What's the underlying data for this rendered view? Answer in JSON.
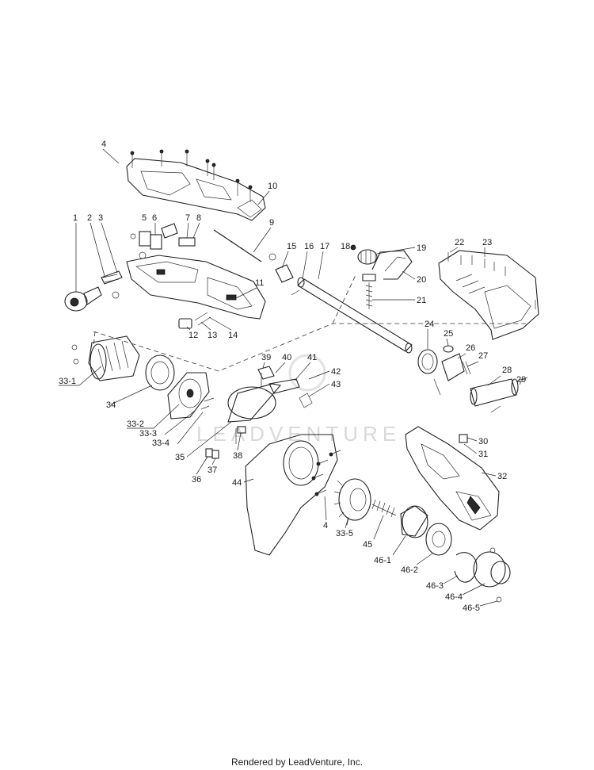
{
  "footer": "Rendered by LeadVenture, Inc.",
  "watermark": "LEADVENTURE",
  "part_numbers": [
    "1",
    "2",
    "3",
    "4",
    "5",
    "6",
    "7",
    "8",
    "9",
    "10",
    "11",
    "12",
    "13",
    "14",
    "15",
    "16",
    "17",
    "18",
    "19",
    "20",
    "21",
    "22",
    "23",
    "24",
    "25",
    "26",
    "27",
    "28",
    "29",
    "30",
    "31",
    "32",
    "33-1",
    "33-2",
    "33-3",
    "33-4",
    "33-5",
    "34",
    "35",
    "36",
    "37",
    "38",
    "39",
    "40",
    "41",
    "42",
    "43",
    "44",
    "45",
    "46-1",
    "46-2",
    "46-3",
    "46-4",
    "46-5",
    "4"
  ]
}
